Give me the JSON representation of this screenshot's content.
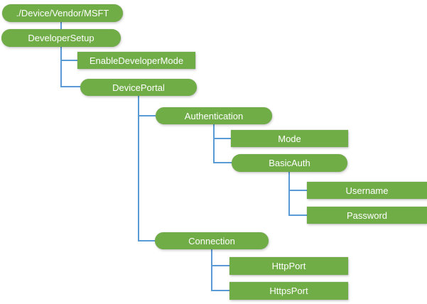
{
  "diagram": {
    "type": "hierarchy-tree",
    "nodes": [
      {
        "id": "root",
        "label": "./Device/Vendor/MSFT",
        "shape": "pill"
      },
      {
        "id": "developer-setup",
        "label": "DeveloperSetup",
        "shape": "pill"
      },
      {
        "id": "enable-developer-mode",
        "label": "EnableDeveloperMode",
        "shape": "rect"
      },
      {
        "id": "device-portal",
        "label": "DevicePortal",
        "shape": "pill"
      },
      {
        "id": "authentication",
        "label": "Authentication",
        "shape": "pill"
      },
      {
        "id": "mode",
        "label": "Mode",
        "shape": "rect"
      },
      {
        "id": "basic-auth",
        "label": "BasicAuth",
        "shape": "pill"
      },
      {
        "id": "username",
        "label": "Username",
        "shape": "rect"
      },
      {
        "id": "password",
        "label": "Password",
        "shape": "rect"
      },
      {
        "id": "connection",
        "label": "Connection",
        "shape": "pill"
      },
      {
        "id": "http-port",
        "label": "HttpPort",
        "shape": "rect"
      },
      {
        "id": "https-port",
        "label": "HttpsPort",
        "shape": "rect"
      }
    ],
    "edges": [
      {
        "from": "root",
        "to": "developer-setup"
      },
      {
        "from": "developer-setup",
        "to": "enable-developer-mode"
      },
      {
        "from": "developer-setup",
        "to": "device-portal"
      },
      {
        "from": "device-portal",
        "to": "authentication"
      },
      {
        "from": "device-portal",
        "to": "connection"
      },
      {
        "from": "authentication",
        "to": "mode"
      },
      {
        "from": "authentication",
        "to": "basic-auth"
      },
      {
        "from": "basic-auth",
        "to": "username"
      },
      {
        "from": "basic-auth",
        "to": "password"
      },
      {
        "from": "connection",
        "to": "http-port"
      },
      {
        "from": "connection",
        "to": "https-port"
      }
    ],
    "colors": {
      "node_fill": "#70AD47",
      "node_text": "#FFFFFF",
      "connector": "#5B9BD5",
      "background": "#FFFFFF"
    }
  }
}
